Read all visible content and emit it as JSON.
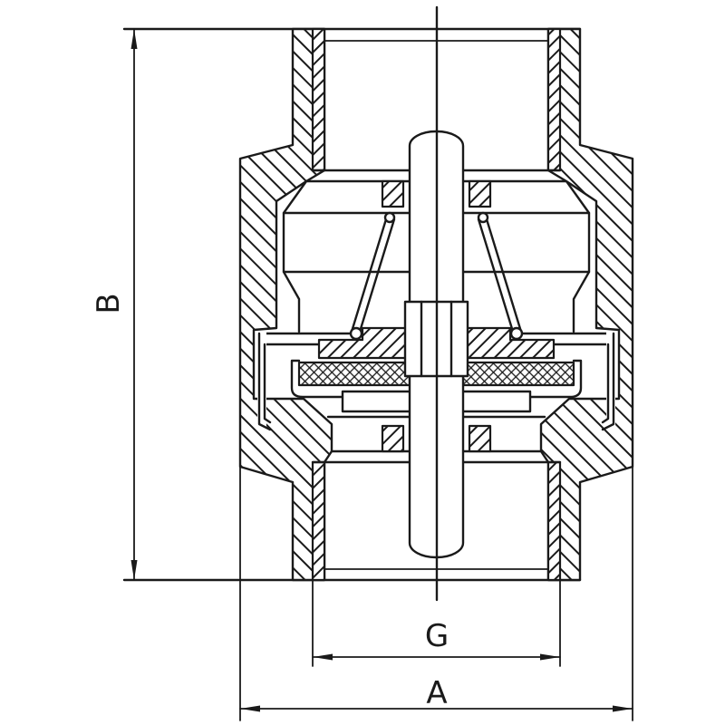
{
  "dimension_labels": {
    "vertical": "B",
    "inner": "G",
    "outer": "A"
  },
  "colors": {
    "ink": "#1a1a1a",
    "background": "#ffffff"
  }
}
